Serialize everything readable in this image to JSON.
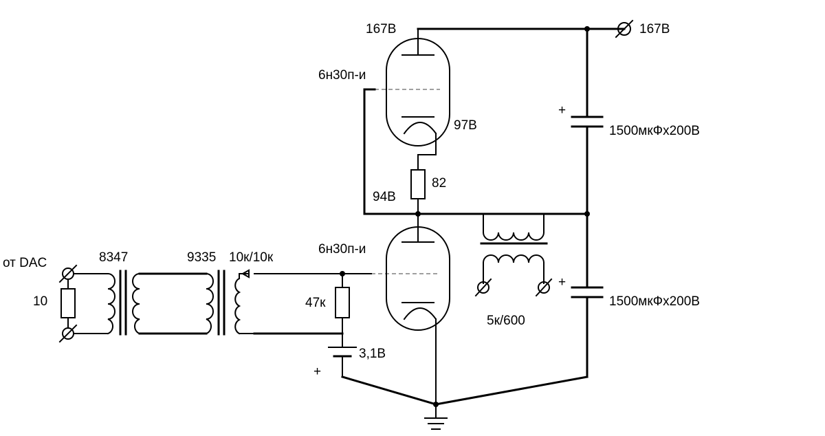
{
  "labels": {
    "plate_top_voltage": "167В",
    "supply_voltage": "167В",
    "tube_top_type": "6н30п-и",
    "cathode_top_voltage": "97В",
    "resistor_cathode": "82",
    "plate_bottom_voltage": "94В",
    "cap_top": "1500мкФх200В",
    "cap_top_polarity": "+",
    "tube_bottom_type": "6н30п-и",
    "input_source": "от DAC",
    "transformer_1": "8347",
    "transformer_2": "9335",
    "transformer_2_ratio": "10к/10к",
    "input_resistor": "10",
    "grid_resistor": "47к",
    "bias_voltage": "3,1В",
    "bias_polarity": "+",
    "output_transformer": "5к/600",
    "cap_bottom": "1500мкФх200В",
    "cap_bottom_polarity": "+"
  }
}
